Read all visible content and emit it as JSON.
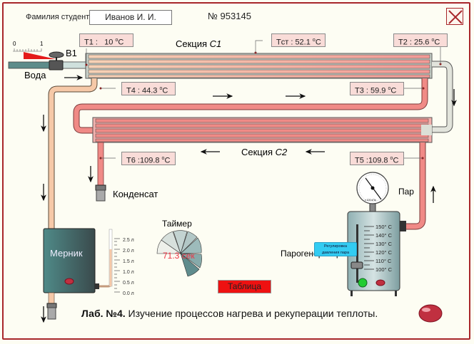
{
  "header": {
    "student_label": "Фамилия студента:",
    "student_name": "Иванов И. И.",
    "variant_number": "№ 953145"
  },
  "sensors": {
    "t1": {
      "label": "T1 :",
      "value": "10",
      "unit": "C"
    },
    "tst": {
      "label": "Tст :",
      "value": "52.1",
      "unit": "C"
    },
    "t2": {
      "label": "T2 :",
      "value": "25.6",
      "unit": "C"
    },
    "t3": {
      "label": "T3 :",
      "value": "59.9",
      "unit": "C"
    },
    "t4": {
      "label": "T4 :",
      "value": "44.3",
      "unit": "C"
    },
    "t5": {
      "label": "T5 :",
      "value": "109.8",
      "unit": "C"
    },
    "t6": {
      "label": "T6 :",
      "value": "109.8",
      "unit": "C"
    }
  },
  "sections": {
    "c1": {
      "prefix": "Секция ",
      "name": "C1"
    },
    "c2": {
      "prefix": "Секция ",
      "name": "C2"
    }
  },
  "valve": {
    "label": "B1",
    "scale_min": "0",
    "scale_max": "1",
    "inlet_label": "Вода"
  },
  "condensate_label": "Конденсат",
  "steam_label": "Пар",
  "meter": {
    "label": "Мерник",
    "scale": [
      "2.5 л",
      "2.0 л",
      "1.5 л",
      "1.0 л",
      "0.5 л",
      "0.0 л"
    ],
    "level_liters": 2.0
  },
  "timer": {
    "label": "Таймер",
    "value": "71.3 сек"
  },
  "generator": {
    "label": "Парогенератор",
    "tooltip_line1": "Регулировка",
    "tooltip_line2": "давления пара",
    "scale": [
      "150° C",
      "140° C",
      "130° C",
      "120° C",
      "110° C",
      "100° C"
    ],
    "set_temperature_c": 110,
    "gauge_unit": "x 100 кПа"
  },
  "buttons": {
    "table": "Таблица"
  },
  "caption": {
    "bold": "Лаб. №4.",
    "text": " Изучение процессов нагрева и рекуперации теплоты."
  },
  "colors": {
    "frame": "#a8262a",
    "hot_pipe": "#f08a86",
    "warm_pipe": "#f6c9a8",
    "cold_pipe": "#dcdfd6",
    "button_red": "#ee1111",
    "tooltip": "#33ccf2"
  }
}
